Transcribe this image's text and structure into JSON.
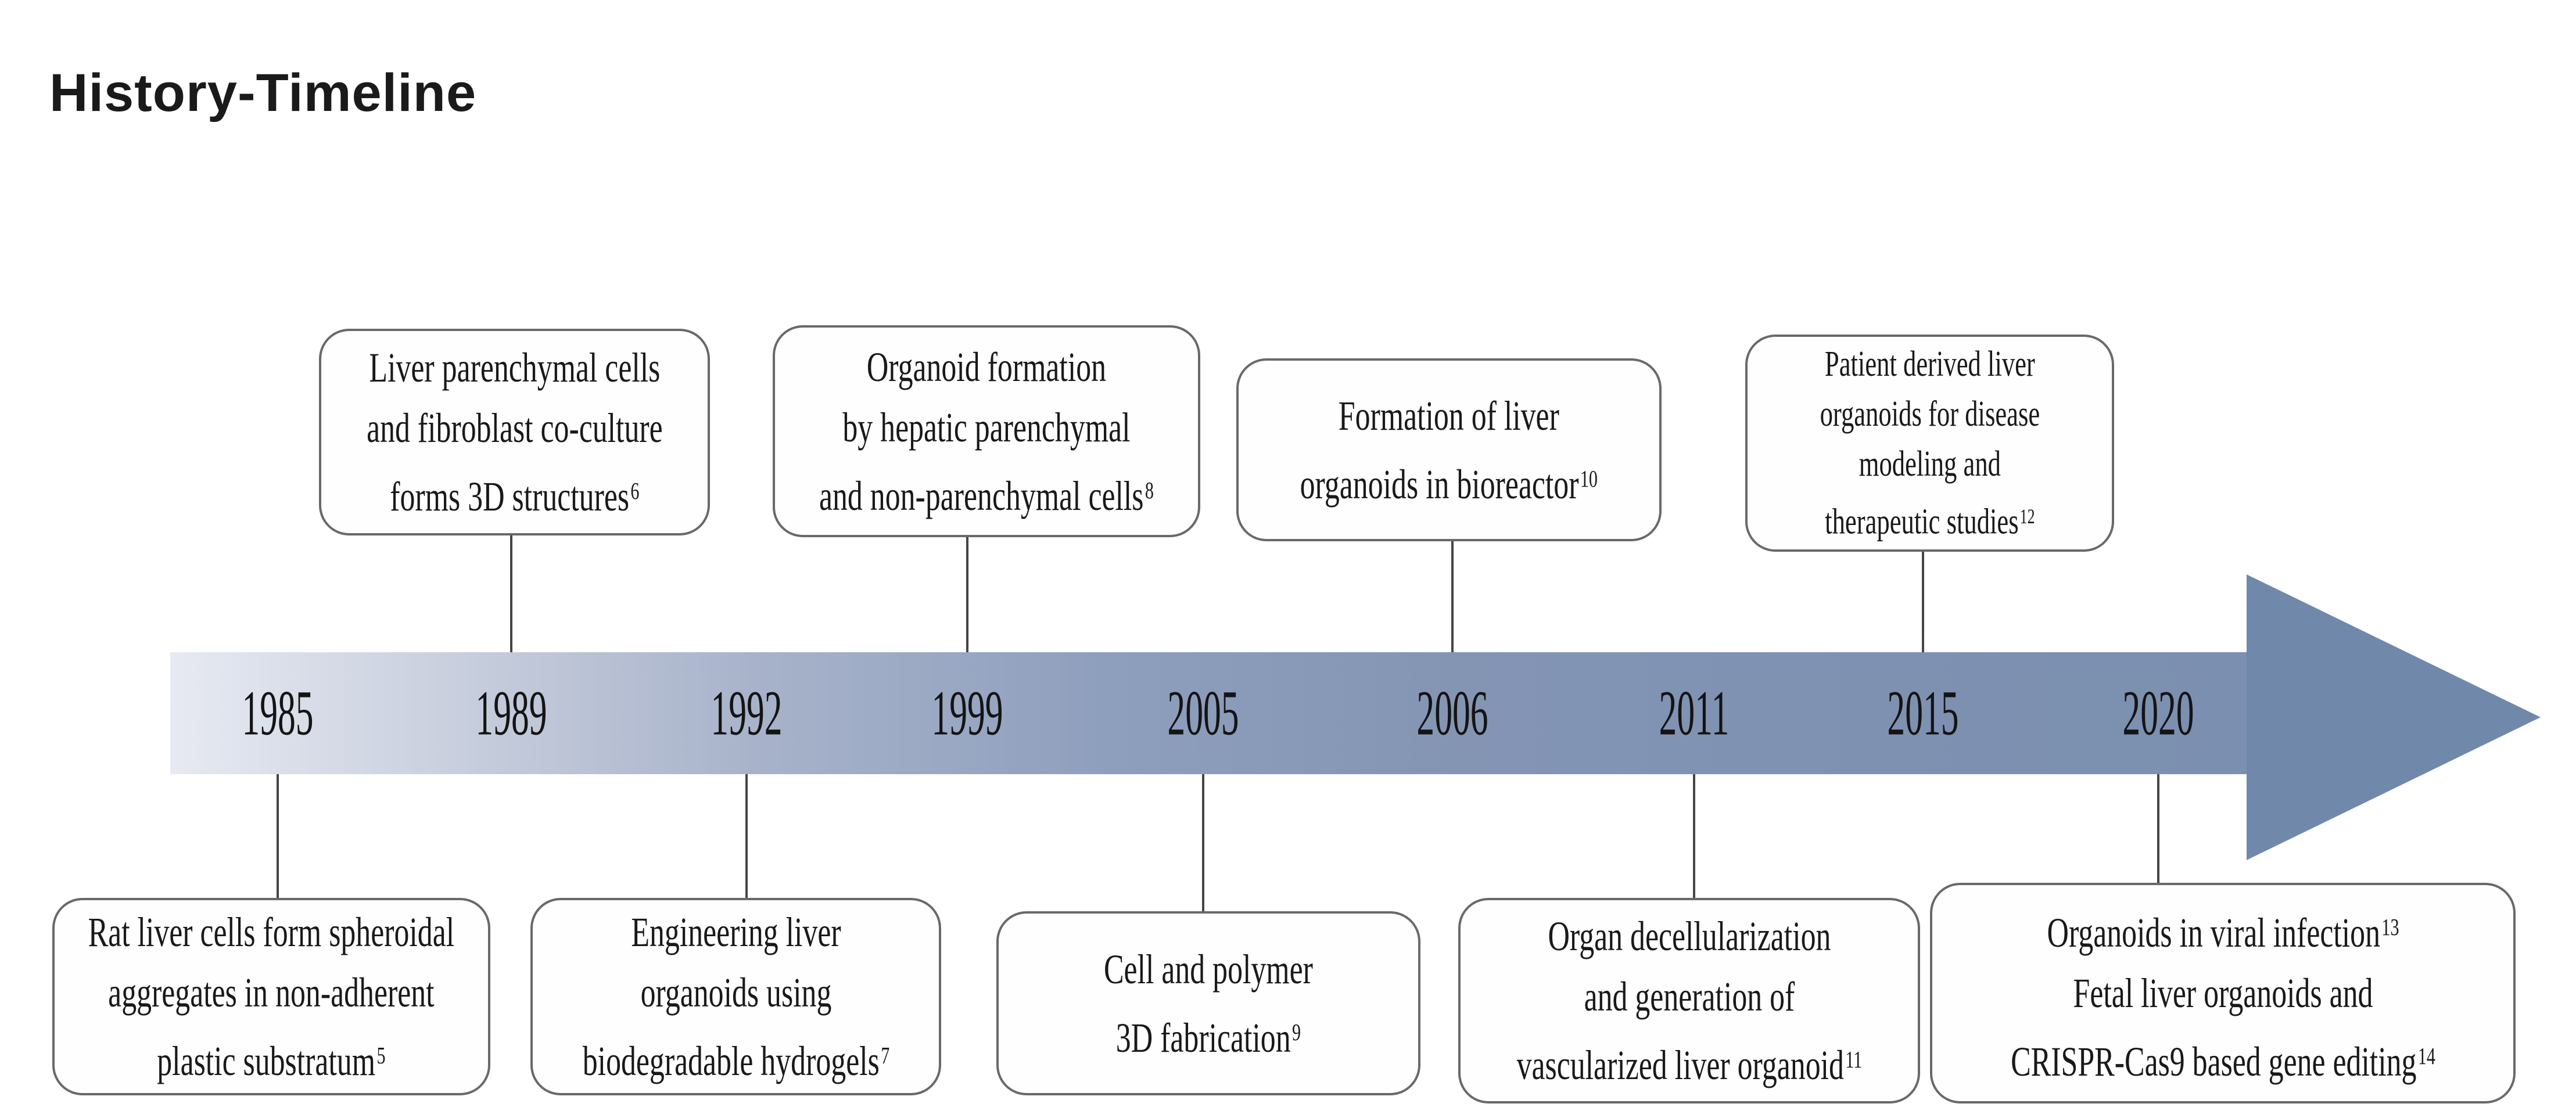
{
  "title": "History-Timeline",
  "timeline": {
    "years": [
      "1985",
      "1989",
      "1992",
      "1999",
      "2005",
      "2006",
      "2011",
      "2015",
      "2020"
    ],
    "colors": {
      "band_start": "#e7eaf2",
      "band_end": "#7b8fb0",
      "arrowhead": "#7088aa",
      "connector": "#454545",
      "box_border": "#696969"
    }
  },
  "events": [
    {
      "year": "1985",
      "side": "bottom",
      "lines": [
        {
          "text": "Rat liver cells form spheroidal"
        },
        {
          "text": "aggregates in non-adherent"
        },
        {
          "text": "plastic substratum",
          "ref": "5"
        }
      ]
    },
    {
      "year": "1989",
      "side": "top",
      "lines": [
        {
          "text": "Liver parenchymal cells"
        },
        {
          "text": "and fibroblast co-culture"
        },
        {
          "text": "forms 3D structures",
          "ref": "6"
        }
      ]
    },
    {
      "year": "1992",
      "side": "bottom",
      "lines": [
        {
          "text": "Engineering liver"
        },
        {
          "text": "organoids using"
        },
        {
          "text": "biodegradable hydrogels",
          "ref": "7"
        }
      ]
    },
    {
      "year": "1999",
      "side": "top",
      "lines": [
        {
          "text": "Organoid formation"
        },
        {
          "text": "by hepatic parenchymal"
        },
        {
          "text": "and non-parenchymal cells",
          "ref": "8"
        }
      ]
    },
    {
      "year": "2005",
      "side": "bottom",
      "lines": [
        {
          "text": "Cell and polymer"
        },
        {
          "text": "3D fabrication",
          "ref": "9"
        }
      ]
    },
    {
      "year": "2006",
      "side": "top",
      "lines": [
        {
          "text": "Formation of liver"
        },
        {
          "text": "organoids in bioreactor",
          "ref": "10"
        }
      ]
    },
    {
      "year": "2011",
      "side": "bottom",
      "lines": [
        {
          "text": "Organ decellularization"
        },
        {
          "text": "and generation of"
        },
        {
          "text": "vascularized liver organoid",
          "ref": "11"
        }
      ]
    },
    {
      "year": "2015",
      "side": "top",
      "lines": [
        {
          "text": "Patient derived liver"
        },
        {
          "text": "organoids for disease"
        },
        {
          "text": "modeling and"
        },
        {
          "text": "therapeutic studies",
          "ref": "12"
        }
      ]
    },
    {
      "year": "2020",
      "side": "bottom",
      "lines": [
        {
          "text": "Organoids in viral infection",
          "ref": "13"
        },
        {
          "text": "Fetal liver organoids and"
        },
        {
          "text": "CRISPR-Cas9 based gene editing",
          "ref": "14"
        }
      ]
    }
  ]
}
